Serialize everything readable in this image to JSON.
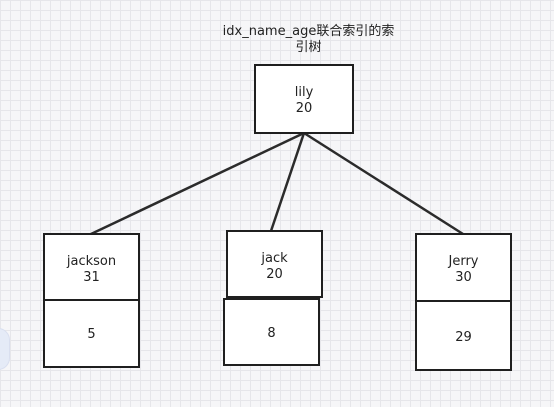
{
  "diagram": {
    "title": "idx_name_age联合索引的索引树",
    "nodes": {
      "root": {
        "name": "lily",
        "value": "20"
      },
      "left": {
        "name": "jackson",
        "value": "31",
        "child": "5"
      },
      "middle": {
        "name": "jack",
        "value": "20",
        "child": "8"
      },
      "right": {
        "name": "Jerry",
        "value": "30",
        "child": "29"
      }
    },
    "colors": {
      "stroke": "#1f1f1f",
      "node_fill": "#ffffff",
      "grid": "#e6e6ea",
      "background": "#f6f6f8"
    }
  }
}
